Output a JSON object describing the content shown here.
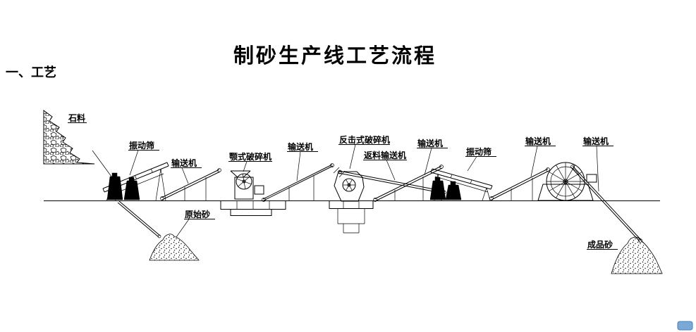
{
  "page": {
    "title": "制砂生产线工艺流程",
    "section_heading": "一、工艺"
  },
  "diagram": {
    "labels": {
      "stone_material": "石料",
      "vibrating_screen_1": "振动筛",
      "conveyor_1": "输送机",
      "jaw_crusher": "颚式破碎机",
      "conveyor_2": "输送机",
      "impact_crusher": "反击式破碎机",
      "return_conveyor": "返料输送机",
      "conveyor_3": "输送机",
      "vibrating_screen_2": "振动筛",
      "conveyor_4": "输送机",
      "conveyor_5": "输送机",
      "raw_sand": "原始砂",
      "finished_sand": "成品砂"
    },
    "colors": {
      "line": "#000000",
      "background": "#ffffff",
      "corner_accent": "#7aa8d7"
    }
  }
}
